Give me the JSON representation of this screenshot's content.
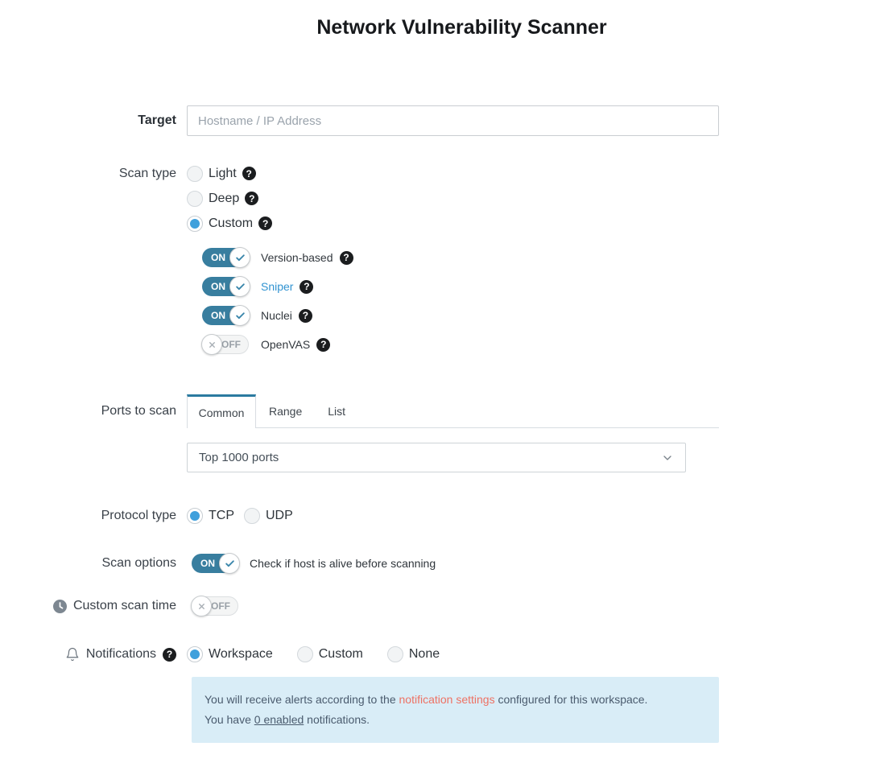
{
  "title": "Network Vulnerability Scanner",
  "help_icon": "?",
  "colors": {
    "toggle_on": "#387e9f",
    "radio_selected": "#3fa0dc",
    "tab_accent": "#2b7aa0",
    "link_blue": "#3193d1",
    "info_bg": "#d9edf7",
    "info_text": "#4a5b6e",
    "info_link_red": "#ee7163"
  },
  "target": {
    "label": "Target",
    "placeholder": "Hostname / IP Address"
  },
  "scan_type": {
    "label": "Scan type",
    "options": [
      {
        "label": "Light",
        "selected": false
      },
      {
        "label": "Deep",
        "selected": false
      },
      {
        "label": "Custom",
        "selected": true
      }
    ],
    "tools": [
      {
        "label": "Version-based",
        "state": "ON"
      },
      {
        "label": "Sniper",
        "state": "ON"
      },
      {
        "label": "Nuclei",
        "state": "ON"
      },
      {
        "label": "OpenVAS",
        "state": "OFF"
      }
    ]
  },
  "ports": {
    "label": "Ports to scan",
    "tabs": [
      {
        "label": "Common",
        "active": true
      },
      {
        "label": "Range",
        "active": false
      },
      {
        "label": "List",
        "active": false
      }
    ],
    "selected_option": "Top 1000 ports"
  },
  "protocol": {
    "label": "Protocol type",
    "options": [
      {
        "label": "TCP",
        "selected": true
      },
      {
        "label": "UDP",
        "selected": false
      }
    ]
  },
  "scan_options": {
    "label": "Scan options",
    "toggle_state": "ON",
    "description": "Check if host is alive before scanning"
  },
  "custom_scan_time": {
    "label": "Custom scan time",
    "toggle_state": "OFF"
  },
  "notifications": {
    "label": "Notifications",
    "options": [
      {
        "label": "Workspace",
        "selected": true
      },
      {
        "label": "Custom",
        "selected": false
      },
      {
        "label": "None",
        "selected": false
      }
    ],
    "info_line1_pre": "You will receive alerts according to the ",
    "info_line1_link": "notification settings",
    "info_line1_post": " configured for this workspace.",
    "info_line2_pre": "You have ",
    "info_line2_link": "0 enabled",
    "info_line2_post": " notifications."
  }
}
